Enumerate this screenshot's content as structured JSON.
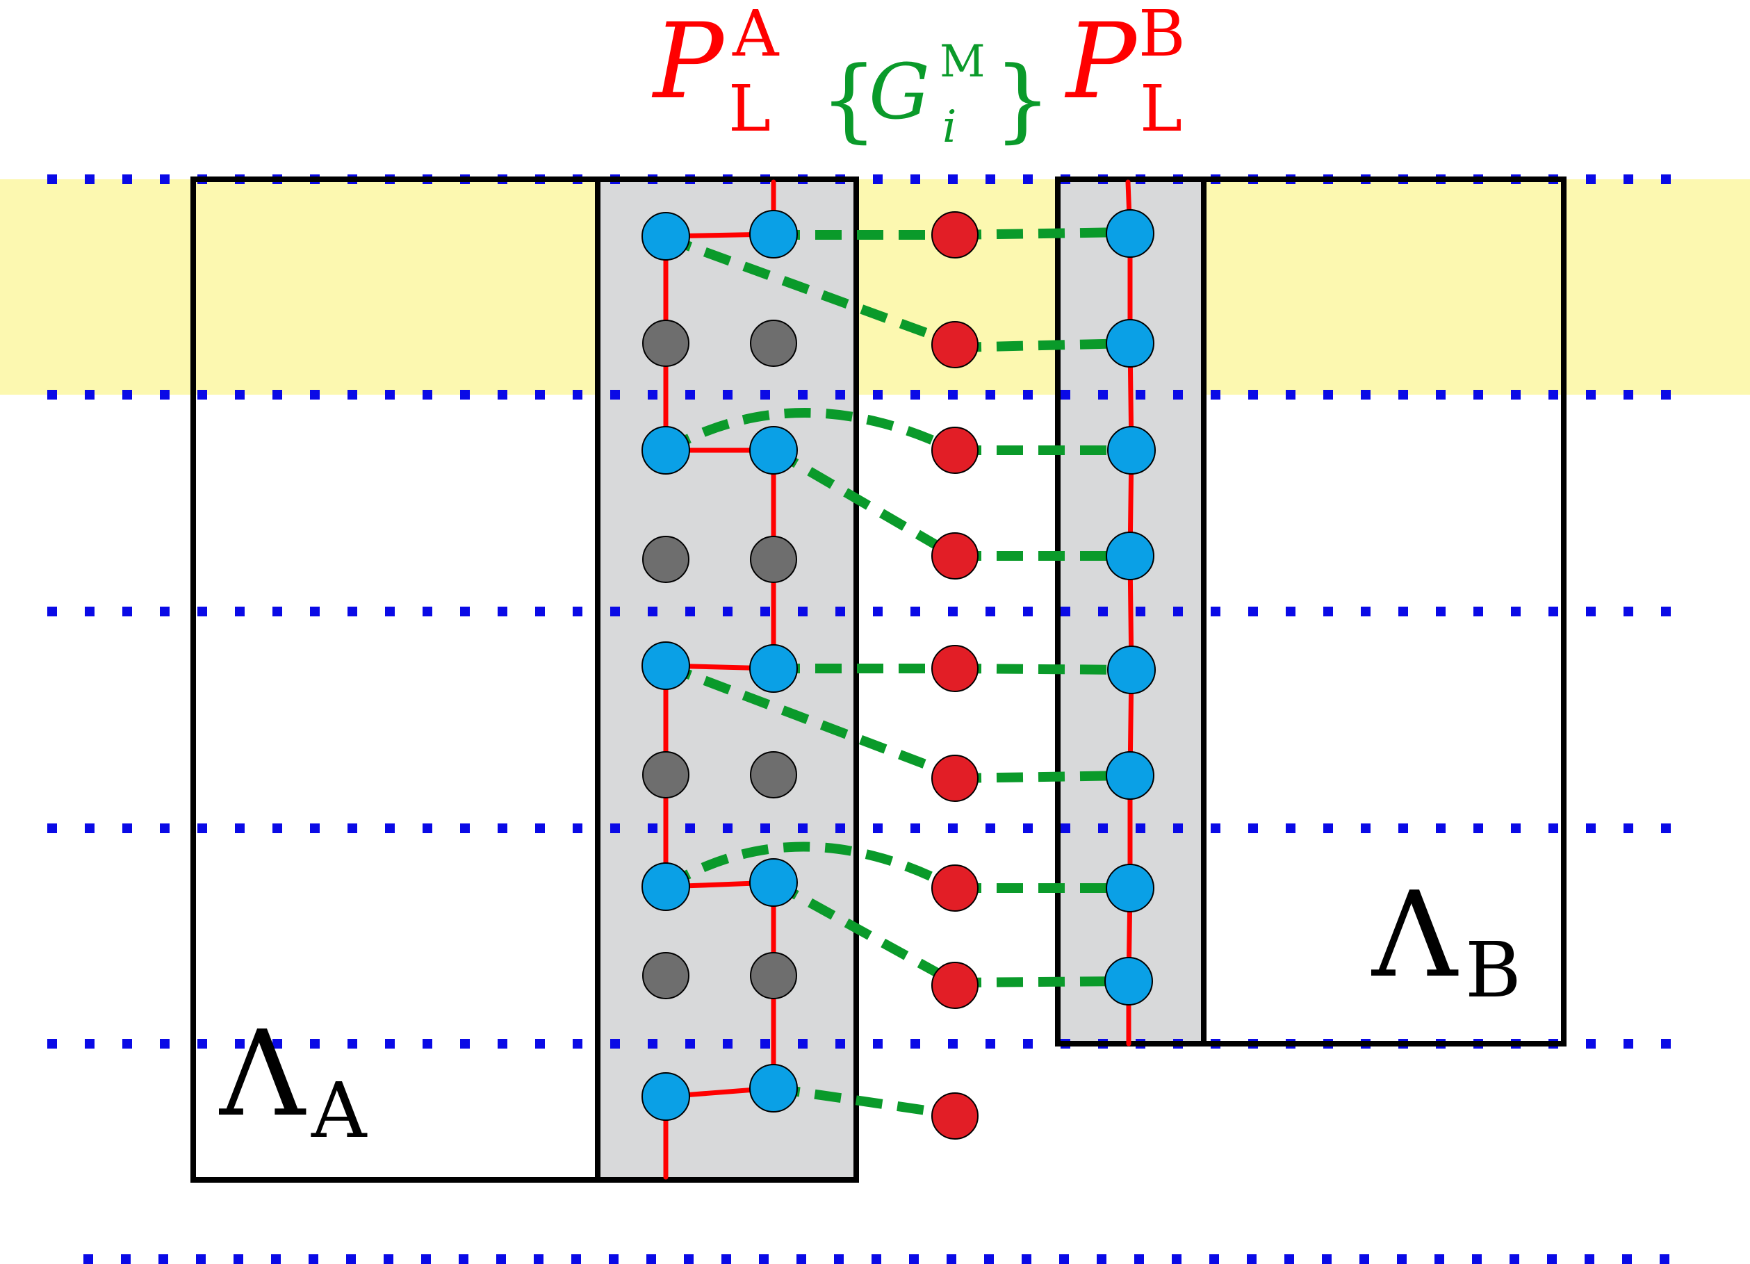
{
  "labels": {
    "p_a": {
      "base": "P",
      "sub": "L",
      "sup": "A"
    },
    "g_set": {
      "open": "{",
      "base": "G",
      "sub": "i",
      "sup": "M",
      "close": "}"
    },
    "p_b": {
      "base": "P",
      "sub": "L",
      "sup": "B"
    },
    "lambda_a": {
      "base": "Λ",
      "sub": "A"
    },
    "lambda_b": {
      "base": "Λ",
      "sub": "B"
    }
  },
  "colors": {
    "band": "#fcf8b0",
    "gray_region": "#d8d9da",
    "frame": "#000000",
    "dotted_line": "#0a0ae6",
    "red_line": "#ff0000",
    "green_dash": "#0a9a2a",
    "blue_node": "#0aa0e6",
    "gray_node": "#6e6e6e",
    "red_node": "#e21e26",
    "label_red": "#ff0000",
    "label_green": "#0a9a2a",
    "label_black": "#000000"
  }
}
